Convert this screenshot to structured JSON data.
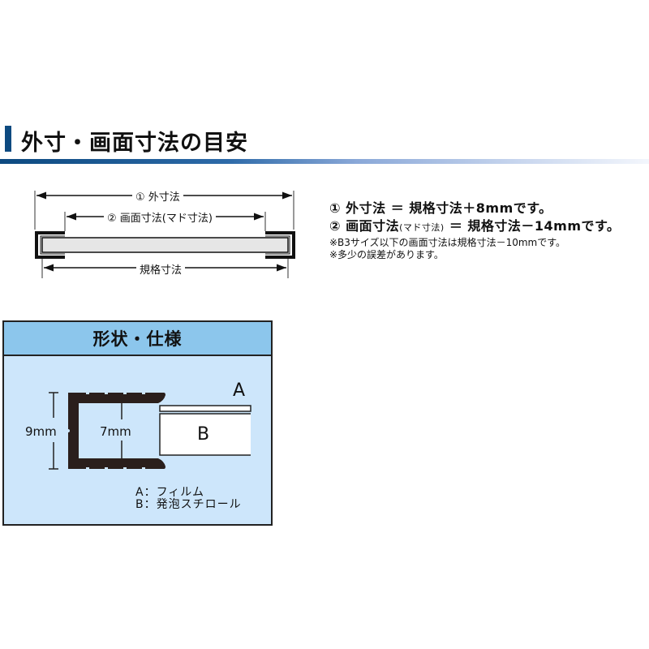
{
  "section": {
    "title": "外寸・画面寸法の目安",
    "accent_color": "#0d4a80"
  },
  "dimension_diagram": {
    "outer_label": "① 外寸法",
    "window_label": "② 画面寸法(マド寸法)",
    "standard_label": "規格寸法"
  },
  "notes": {
    "line1": {
      "marker": "①",
      "term": "外寸法",
      "formula": "＝ 規格寸法＋8mmです。"
    },
    "line2": {
      "marker": "②",
      "term": "画面寸法",
      "paren": "(マド寸法)",
      "formula": "＝ 規格寸法－14mmです。"
    },
    "footnotes": [
      "※B3サイズ以下の画面寸法は規格寸法－10mmです。",
      "※多少の誤差があります。"
    ]
  },
  "spec_box": {
    "title": "形状・仕様",
    "header_color": "#8cc6ec",
    "body_color": "#cde6fb",
    "outer_height": "9mm",
    "inner_height": "7mm",
    "part_a": "A",
    "part_b": "B",
    "legend": [
      "A：フィルム",
      "B：発泡スチロール"
    ]
  }
}
